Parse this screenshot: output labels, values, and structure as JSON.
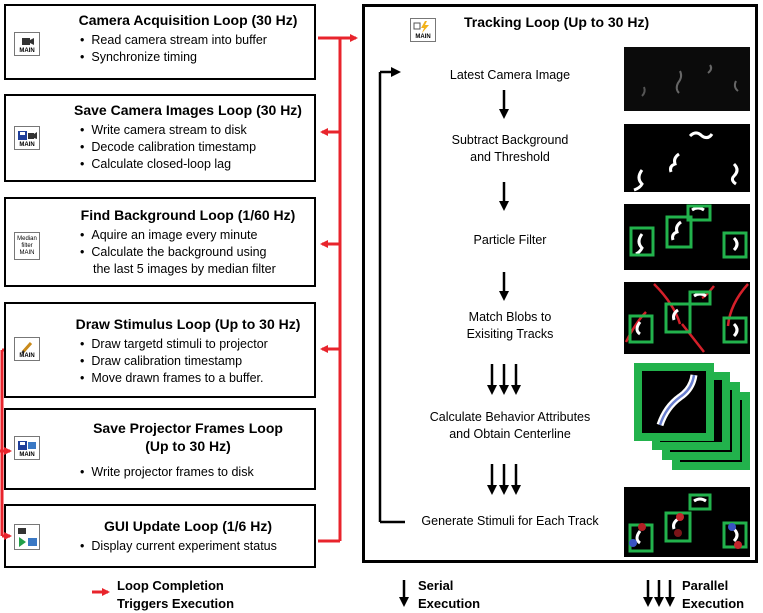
{
  "loops": [
    {
      "id": "camera",
      "icon": "camera-main-icon",
      "icon_label": "MAIN",
      "title": "Camera Acquisition Loop (30 Hz)",
      "items": [
        "Read camera stream into buffer",
        "Synchronize timing"
      ]
    },
    {
      "id": "save-camera",
      "icon": "save-camera-icon",
      "icon_label": "MAIN",
      "title": "Save Camera Images Loop (30 Hz)",
      "items": [
        "Write camera stream to disk",
        "Decode calibration timestamp",
        "Calculate closed-loop lag"
      ]
    },
    {
      "id": "background",
      "icon": "median-filter-icon",
      "icon_label": "Median filter MAIN",
      "title": "Find Background Loop (1/60 Hz)",
      "items": [
        "Aquire an image every minute",
        "Calculate the background using",
        "the last 5 images by median filter"
      ]
    },
    {
      "id": "stimulus",
      "icon": "pencil-icon",
      "icon_label": "MAIN",
      "title": "Draw Stimulus Loop (Up to 30 Hz)",
      "items": [
        "Draw targetd stimuli to projector",
        "Draw calibration timestamp",
        "Move drawn frames to a buffer."
      ]
    },
    {
      "id": "save-projector",
      "icon": "save-projector-icon",
      "icon_label": "MAIN",
      "title_line1": "Save Projector Frames Loop",
      "title_line2": "(Up to 30 Hz)",
      "items": [
        "Write projector frames to disk"
      ]
    },
    {
      "id": "gui",
      "icon": "gui-display-icon",
      "icon_label": "",
      "title": "GUI Update Loop (1/6 Hz)",
      "items": [
        "Display current experiment status"
      ]
    }
  ],
  "tracking": {
    "title": "Tracking Loop (Up to 30 Hz)",
    "icon": "lightning-main-icon",
    "icon_label": "MAIN",
    "steps": {
      "s1": "Latest Camera Image",
      "s2a": "Subtract Background",
      "s2b": "and Threshold",
      "s3": "Particle Filter",
      "s4a": "Match Blobs to",
      "s4b": "Exisiting Tracks",
      "s5a": "Calculate Behavior Attributes",
      "s5b": "and Obtain Centerline",
      "s6": "Generate Stimuli for Each Track"
    }
  },
  "legend": {
    "red_line1": "Loop Completion",
    "red_line2": "Triggers Execution",
    "serial_line1": "Serial",
    "serial_line2": "Execution",
    "parallel_line1": "Parallel",
    "parallel_line2": "Execution"
  },
  "colors": {
    "arrow_red": "#e8242c",
    "box_green": "#22b24c",
    "track_red": "#d5202a"
  }
}
